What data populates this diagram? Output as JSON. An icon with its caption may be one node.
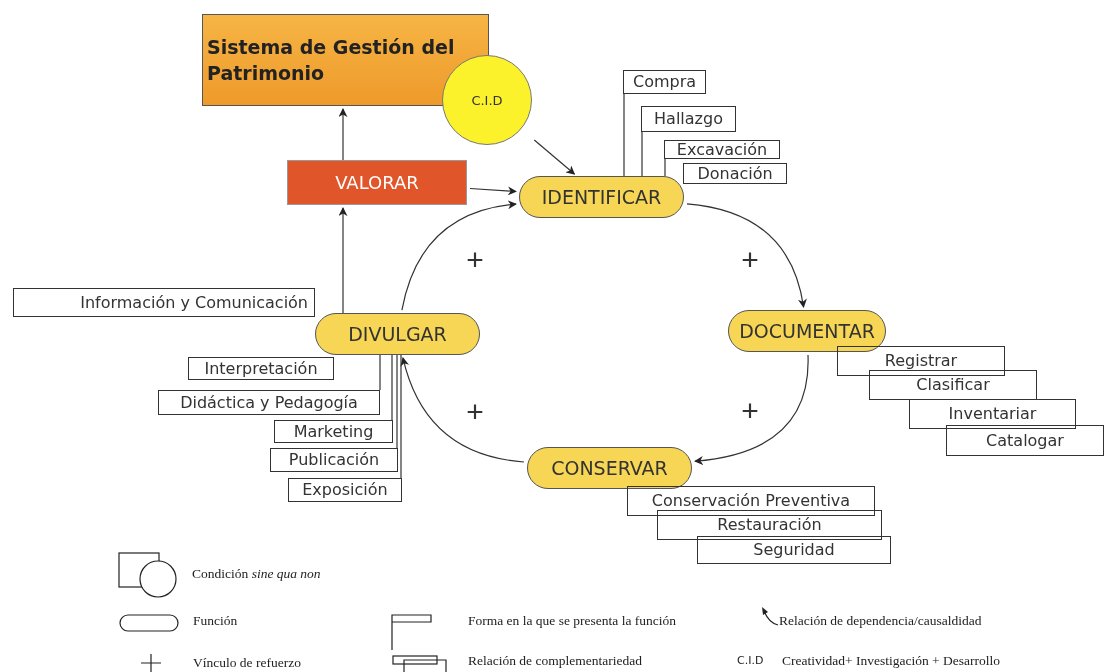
{
  "diagram": {
    "nodes": [
      {
        "text": [
          "Sistema de Gestión del Patrimonio"
        ]
      },
      {
        "text": [
          "C.I.D"
        ]
      },
      {
        "text": [
          "VALORAR"
        ]
      },
      {
        "text": [
          "IDENTIFICAR"
        ]
      },
      {
        "text": [
          "DOCUMENTAR"
        ]
      },
      {
        "text": [
          "CONSERVAR"
        ]
      },
      {
        "text": [
          "DIVULGAR"
        ]
      },
      {
        "text": [
          "Compra"
        ]
      },
      {
        "text": [
          "Hallazgo"
        ]
      },
      {
        "text": [
          "Excavación"
        ]
      },
      {
        "text": [
          "Donación"
        ]
      },
      {
        "text": [
          "Registrar"
        ]
      },
      {
        "text": [
          "Clasificar"
        ]
      },
      {
        "text": [
          "Inventariar"
        ]
      },
      {
        "text": [
          "Catalogar"
        ]
      },
      {
        "text": [
          "Conservación Preventiva"
        ]
      },
      {
        "text": [
          "Restauración"
        ]
      },
      {
        "text": [
          "Seguridad"
        ]
      },
      {
        "text": [
          "Información y Comunicación"
        ]
      },
      {
        "text": [
          "Interpretación"
        ]
      },
      {
        "text": [
          "Didáctica y Pedagogía"
        ]
      },
      {
        "text": [
          "Marketing"
        ]
      },
      {
        "text": [
          "Publicación"
        ]
      },
      {
        "text": [
          "Exposición"
        ]
      }
    ],
    "edges": [
      {
        "from": 2,
        "to": 0,
        "arrow": "to"
      },
      {
        "from": 1,
        "to": 3,
        "arrow": "to"
      },
      {
        "from": 2,
        "to": 3,
        "arrow": "to"
      },
      {
        "from": 3,
        "to": 4,
        "arrow": "to"
      },
      {
        "from": 4,
        "to": 5,
        "arrow": "to"
      },
      {
        "from": 5,
        "to": 6,
        "arrow": "to"
      },
      {
        "from": 6,
        "to": 3,
        "arrow": "to"
      },
      {
        "from": 6,
        "to": 2,
        "arrow": "to"
      },
      {
        "from": 7,
        "to": 3,
        "arrow": "none"
      },
      {
        "from": 8,
        "to": 3,
        "arrow": "none"
      },
      {
        "from": 9,
        "to": 3,
        "arrow": "none"
      },
      {
        "from": 20,
        "to": 6,
        "arrow": "none"
      },
      {
        "from": 21,
        "to": 6,
        "arrow": "none"
      },
      {
        "from": 22,
        "to": 6,
        "arrow": "none"
      },
      {
        "from": 23,
        "to": 6,
        "arrow": "none"
      }
    ],
    "labels": [
      "+",
      "+",
      "+",
      "+",
      "C.I.D"
    ],
    "legend": [
      {
        "text": "Condición *sine qua non*"
      },
      {
        "text": "Función"
      },
      {
        "text": "Forma en la que se presenta la función"
      },
      {
        "text": "Relación de dependencia/causaldidad"
      },
      {
        "text": "Vínculo de refuerzo"
      },
      {
        "text": "Relación de complementariedad"
      },
      {
        "text": "Creatividad+ Investigación + Desarrollo"
      }
    ]
  }
}
